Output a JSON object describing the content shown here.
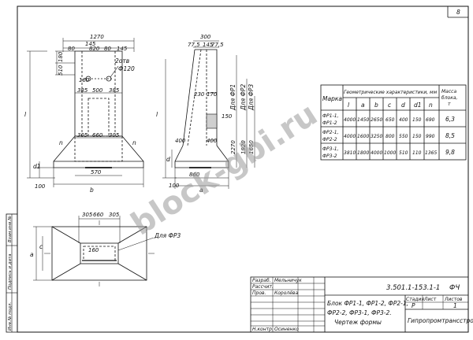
{
  "page_number": "8",
  "watermark": "block-gbi.ru",
  "labels": {
    "hole_count": "2отв",
    "hole_diameter": "Ф120",
    "dim_l": "l",
    "dim_a": "a",
    "dim_b": "b",
    "dim_d": "d",
    "dim_d1": "d1",
    "dim_n": "n",
    "dim_c": "c",
    "for_fr1": "Для ФР1",
    "for_fr2": "Для ФР2",
    "for_fr3": "Для ФР3",
    "for_fr3_plan": "Для ФР3"
  },
  "front_dims": {
    "top_1270": "1270",
    "top_145": "145",
    "row_80a": "80",
    "row_820": "820",
    "row_80b": "80",
    "row_145": "145",
    "left_180": "180",
    "left_510": "510",
    "mid_160": "160",
    "mid_385": "385",
    "mid_500": "500",
    "mid_385b": "385",
    "low_305a": "305",
    "low_660": "660",
    "low_305b": "305",
    "base_570": "570",
    "base_100": "100"
  },
  "side_dims": {
    "top_300": "300",
    "t_77_5a": "77,5",
    "t_145": "145",
    "t_77_5b": "77,5",
    "m_230": "230",
    "m_170": "170",
    "m_150": "150",
    "m_400a": "400",
    "m_400b": "400",
    "m_2270": "2270",
    "m_1920": "1920",
    "m_1650": "1650",
    "b_860": "860",
    "b_100": "100"
  },
  "plan_dims": {
    "p_305a": "305",
    "p_660": "660",
    "p_305b": "305",
    "p_160": "160"
  },
  "table": {
    "title_mark": "Марка",
    "title_geom": "Геометрические характеристики, мм",
    "title_mass": "Масса",
    "title_mass2": "блока,",
    "title_mass3": "т",
    "cols": [
      "l",
      "a",
      "b",
      "c",
      "d",
      "d1",
      "n"
    ],
    "rows": [
      {
        "mark1": "ФР1-1,",
        "mark2": "ФР1-2",
        "values": [
          "4000",
          "1450",
          "2650",
          "650",
          "400",
          "150",
          "690"
        ],
        "mass": "6,3"
      },
      {
        "mark1": "ФР2-1,",
        "mark2": "ФР2-2",
        "values": [
          "4000",
          "1600",
          "3250",
          "800",
          "550",
          "150",
          "990"
        ],
        "mass": "8,5"
      },
      {
        "mark1": "ФР3-1,",
        "mark2": "ФР3-2",
        "values": [
          "3810",
          "1800",
          "4000",
          "1000",
          "510",
          "110",
          "1365"
        ],
        "mass": "9,8"
      }
    ]
  },
  "stamp": {
    "code": "3.501.1-153.1-1",
    "sheet_code": "ФЧ",
    "roles": [
      "Разраб.",
      "Рассчит.",
      "Пров.",
      "",
      "Н.контр."
    ],
    "names": [
      "Мельничук",
      "",
      "Королёва",
      "",
      "Осиненко"
    ],
    "desc1": "Блок ФР1-1, ФР1-2, ФР2-1,",
    "desc2": "ФР2-2, ФР3-1, ФР3-2.",
    "desc3": "Чертеж формы",
    "stage_h": "Стадия",
    "sheet_h": "Лист",
    "sheets_h": "Листов",
    "stage": "Р",
    "sheet": "",
    "sheets": "1",
    "org": "Гипропромтрансстрой"
  },
  "side_margin": [
    "Инв.№ подл.",
    "Подпись и дата",
    "Взам.инв.№"
  ]
}
